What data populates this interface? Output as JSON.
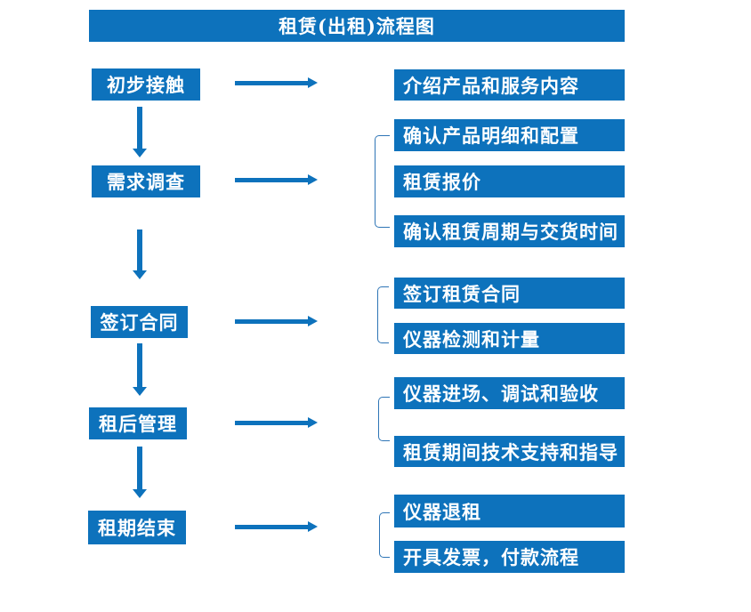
{
  "title": "租赁(出租)流程图",
  "colors": {
    "primary": "#0d72bc",
    "bracket": "#2e75b6",
    "text": "#ffffff",
    "background": "#ffffff"
  },
  "stages": [
    {
      "label": "初步接触",
      "details": [
        "介绍产品和服务内容"
      ]
    },
    {
      "label": "需求调查",
      "details": [
        "确认产品明细和配置",
        "租赁报价",
        "确认租赁周期与交货时间"
      ]
    },
    {
      "label": "签订合同",
      "details": [
        "签订租赁合同",
        "仪器检测和计量"
      ]
    },
    {
      "label": "租后管理",
      "details": [
        "仪器进场、调试和验收",
        "租赁期间技术支持和指导"
      ]
    },
    {
      "label": "租期结束",
      "details": [
        "仪器退租",
        "开具发票，付款流程"
      ]
    }
  ]
}
